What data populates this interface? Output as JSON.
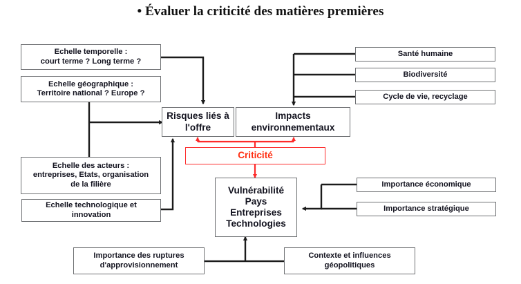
{
  "page": {
    "title": "• Évaluer la criticité des matières premières",
    "background_color": "#ffffff",
    "box_border_color": "#6d6f72",
    "text_color": "#13131f",
    "accent_color": "#ff2d10",
    "connector_color": "#1b1b1b"
  },
  "nodes": {
    "echelle_temporelle": "Echelle temporelle :\ncourt terme ? Long terme ?",
    "echelle_temporelle_l1": "Echelle temporelle :",
    "echelle_temporelle_l2": "court terme ? Long terme ?",
    "echelle_geographique_l1": "Echelle géographique :",
    "echelle_geographique_l2": "Territoire national ? Europe ?",
    "echelle_acteurs_l1": "Echelle des acteurs :",
    "echelle_acteurs_l2": "entreprises, Etats, organisation",
    "echelle_acteurs_l3": "de la filière",
    "echelle_techno_l1": "Echelle technologique et",
    "echelle_techno_l2": "innovation",
    "risques_l1": "Risques liés à",
    "risques_l2": "l'offre",
    "impacts_l1": "Impacts",
    "impacts_l2": "environnementaux",
    "criticite": "Criticité",
    "vulnerabilite_l1": "Vulnérabilité",
    "vulnerabilite_l2": "Pays",
    "vulnerabilite_l3": "Entreprises",
    "vulnerabilite_l4": "Technologies",
    "sante_humaine": "Santé humaine",
    "biodiversite": "Biodiversité",
    "cycle_de_vie": "Cycle de vie, recyclage",
    "importance_economique": "Importance économique",
    "importance_strategique": "Importance stratégique",
    "ruptures_l1": "Importance des ruptures",
    "ruptures_l2": "d'approvisionnement",
    "contexte_l1": "Contexte et influences",
    "contexte_l2": "géopolitiques"
  }
}
